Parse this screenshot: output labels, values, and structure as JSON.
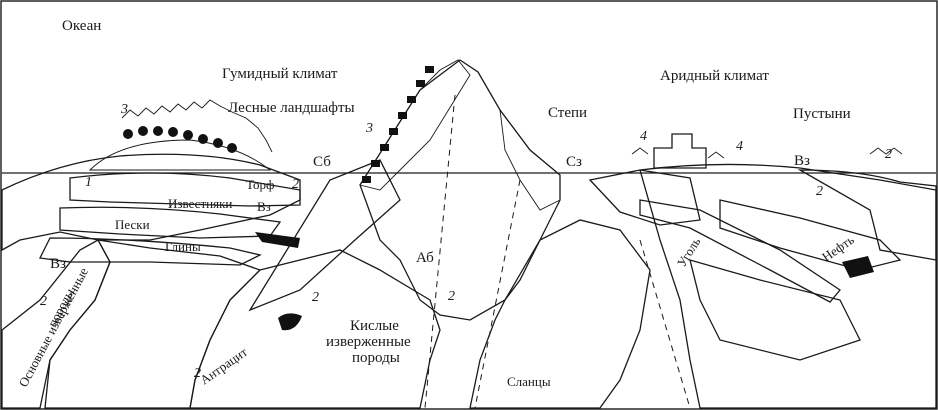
{
  "labels": {
    "ocean": "Океан",
    "humid": "Гумидный климат",
    "forest": "Лесные ландшафты",
    "arid": "Аридный климат",
    "steppes": "Степи",
    "deserts": "Пустыни",
    "peat": "Торф",
    "limestones": "Известняки",
    "sands": "Пески",
    "clays": "Глины",
    "basic_rocks_1": "Основные изверженные",
    "basic_rocks_2": "породы",
    "acid_rocks_1": "Кислые",
    "acid_rocks_2": "изверженные",
    "acid_rocks_3": "породы",
    "anthracite": "Антрацит",
    "shales": "Сланцы",
    "coal": "Уголь",
    "oil": "Нефть",
    "sb": "Сб",
    "sz": "Сз",
    "vz_left": "Вз",
    "vz_mid": "Вз",
    "vz_right": "Вз",
    "ab": "Аб",
    "n3a": "3",
    "n3b": "3",
    "n1": "1",
    "n2a": "2",
    "n2b": "2",
    "n2c": "2",
    "n2d": "2",
    "n2e": "2",
    "n2f": "2",
    "n2g": "2",
    "n4a": "4",
    "n4b": "4"
  },
  "colors": {
    "ink": "#1a1a1a",
    "paper": "#ffffff",
    "deposit": "#111111"
  }
}
